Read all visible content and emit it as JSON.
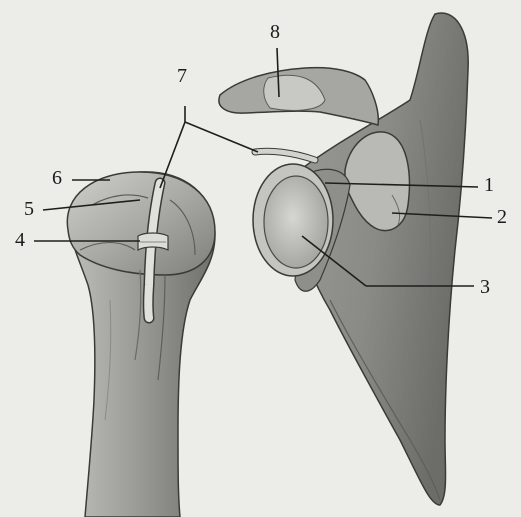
{
  "labels": [
    {
      "id": "l1",
      "text": "1"
    },
    {
      "id": "l2",
      "text": "2"
    },
    {
      "id": "l3",
      "text": "3"
    },
    {
      "id": "l4",
      "text": "4"
    },
    {
      "id": "l5",
      "text": "5"
    },
    {
      "id": "l6",
      "text": "6"
    },
    {
      "id": "l7",
      "text": "7"
    },
    {
      "id": "l8",
      "text": "8"
    }
  ]
}
